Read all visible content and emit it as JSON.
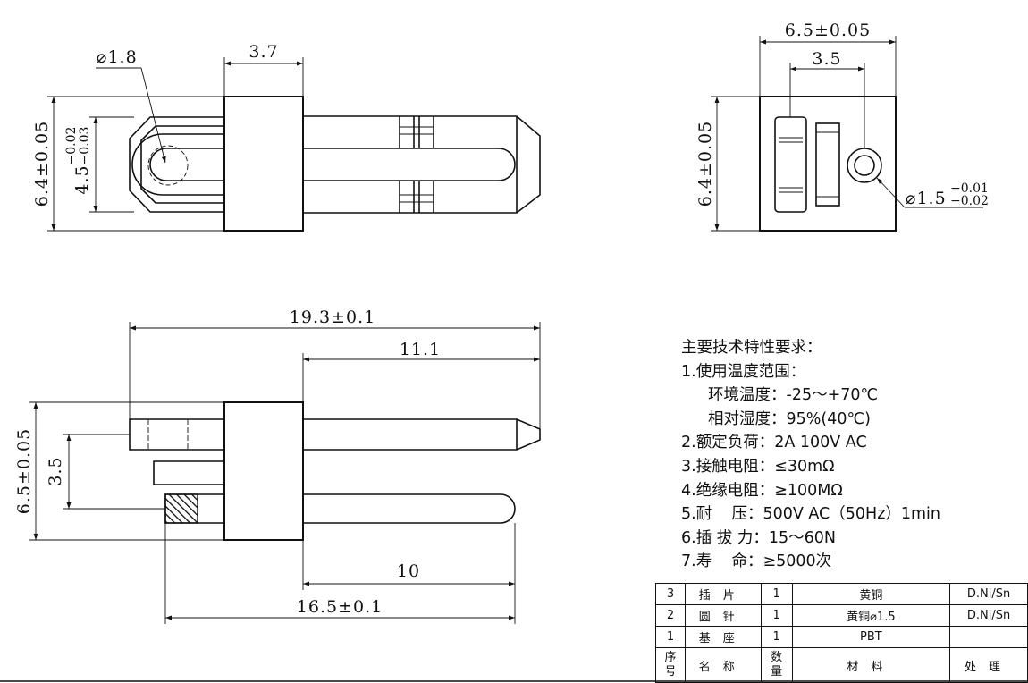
{
  "dimensions": {
    "top_hole_dia": "⌀1.8",
    "top_width": "3.7",
    "top_height": "6.4±0.05",
    "top_slot_base": "4.5",
    "top_slot_tol_upper": "−0.02",
    "top_slot_tol_lower": "−0.03",
    "end_width": "6.5±0.05",
    "end_spacing": "3.5",
    "end_height": "6.4±0.05",
    "end_hole_base": "⌀1.5",
    "end_hole_tol_upper": "−0.01",
    "end_hole_tol_lower": "−0.02",
    "side_overall": "19.3±0.1",
    "side_pin_out": "11.1",
    "side_height": "6.5±0.05",
    "side_spacing": "3.5",
    "side_pin_in": "10",
    "side_round_pin": "16.5±0.1"
  },
  "requirements": {
    "title": "主要技术特性要求：",
    "items": [
      "1.使用温度范围：",
      "环境温度：-25～+70℃",
      "相对湿度：95%(40℃)",
      "2.额定负荷：2A 100V AC",
      "3.接触电阻：≤30mΩ",
      "4.绝缘电阻：≥100MΩ",
      "5.耐    压：500V AC（50Hz）1min",
      "6.插 拔 力：15～60N",
      "7.寿    命：≥5000次"
    ]
  },
  "bom": {
    "rows": [
      {
        "no": "3",
        "name": "插片",
        "qty": "1",
        "material": "黄铜",
        "treatment": "D.Ni/Sn"
      },
      {
        "no": "2",
        "name": "圆针",
        "qty": "1",
        "material": "黄铜⌀1.5",
        "treatment": "D.Ni/Sn"
      },
      {
        "no": "1",
        "name": "基座",
        "qty": "1",
        "material": "PBT",
        "treatment": ""
      }
    ],
    "header": {
      "no": "序号",
      "name": "名称",
      "qty": "数量",
      "material": "材料",
      "treatment": "处理"
    }
  }
}
